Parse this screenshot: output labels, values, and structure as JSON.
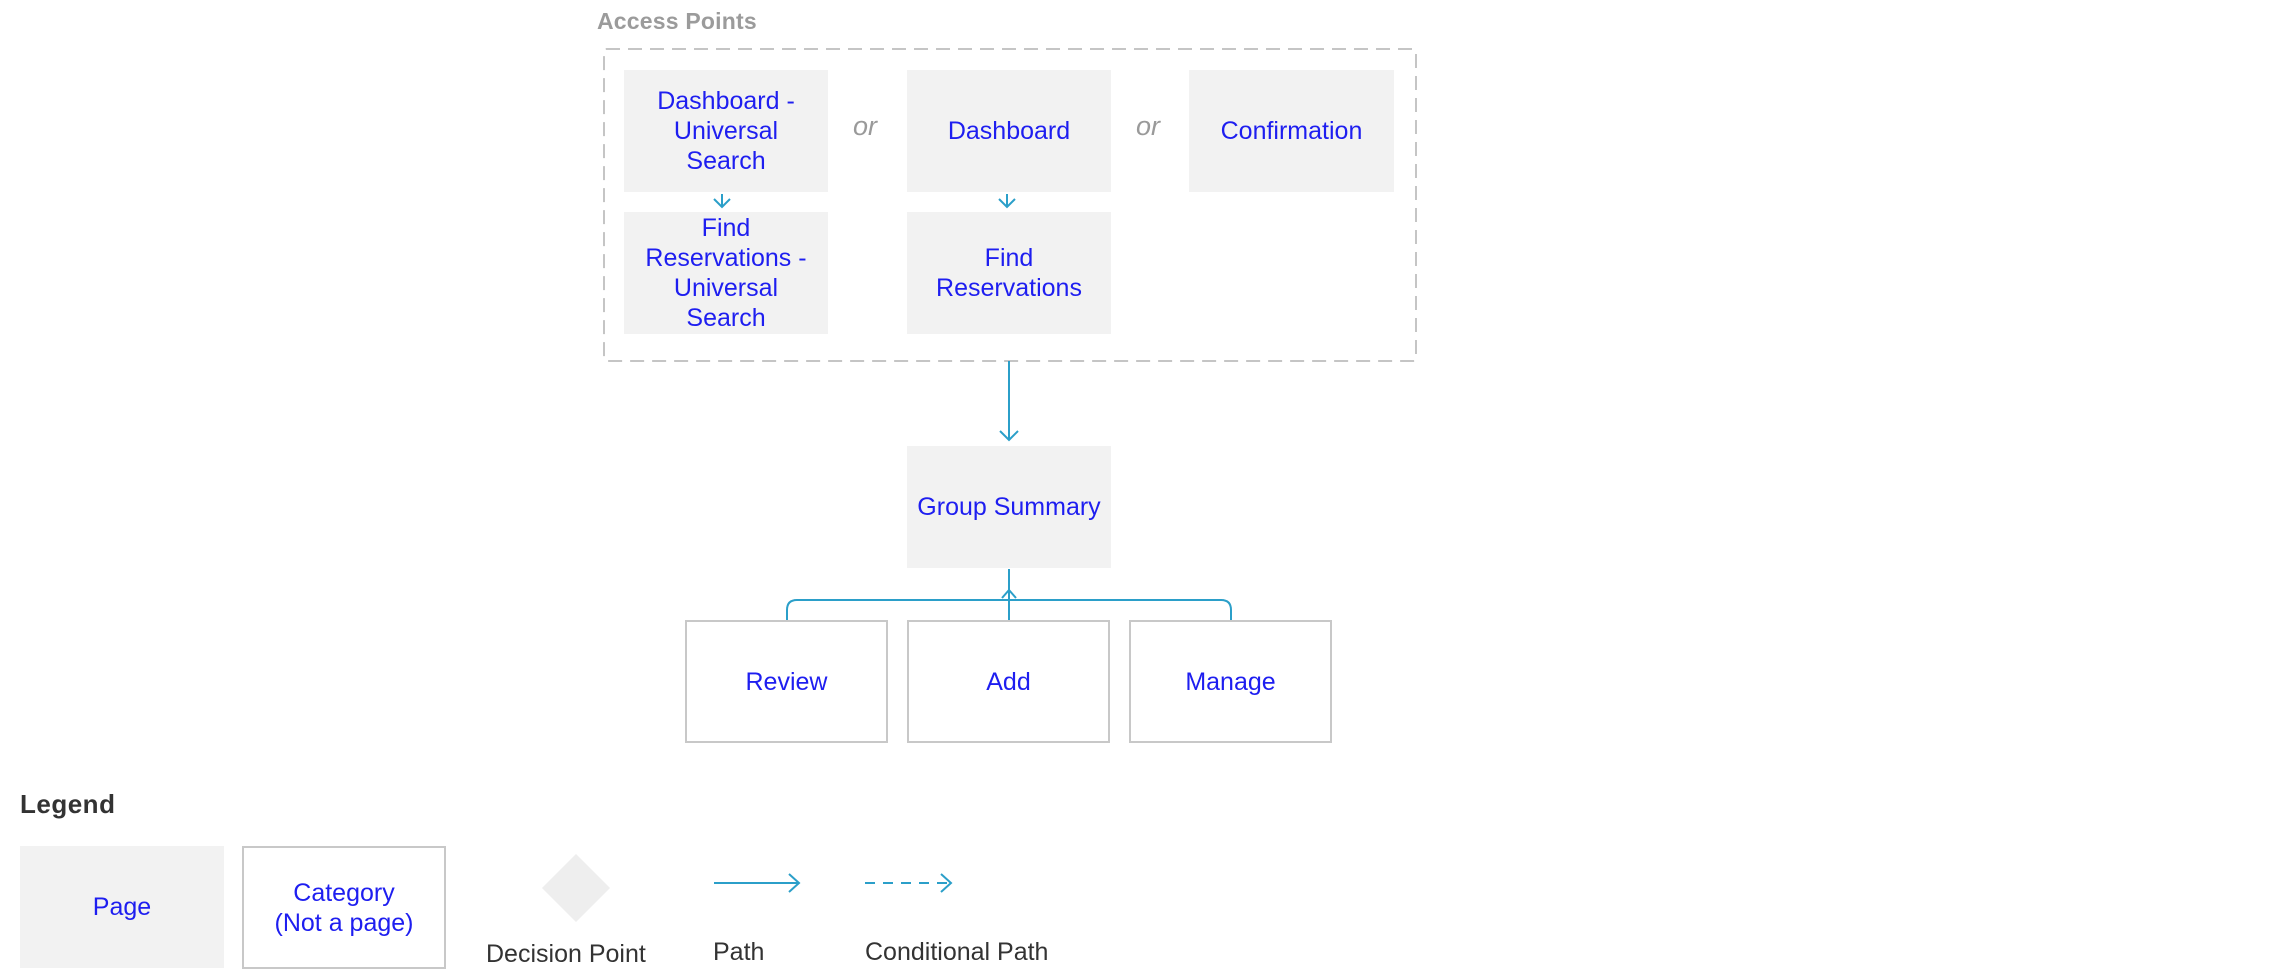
{
  "access_points": {
    "title": "Access Points",
    "items": {
      "dashboard_universal_search": "Dashboard - Universal Search",
      "find_reservations_universal_search": "Find Reservations - Universal Search",
      "dashboard": "Dashboard",
      "find_reservations": "Find Reservations",
      "confirmation": "Confirmation"
    },
    "or_labels": [
      "or",
      "or"
    ]
  },
  "main_flow": {
    "group_summary": "Group Summary",
    "review": "Review",
    "add": "Add",
    "manage": "Manage"
  },
  "legend": {
    "title": "Legend",
    "page": "Page",
    "category": "Category (Not a page)",
    "decision_point": "Decision Point",
    "path": "Path",
    "conditional_path": "Conditional Path"
  },
  "colors": {
    "page_fill": "#f2f2f2",
    "link_text": "#1e1ef0",
    "path_line": "#2b9fc9",
    "frame_line": "#c5c5c5"
  }
}
